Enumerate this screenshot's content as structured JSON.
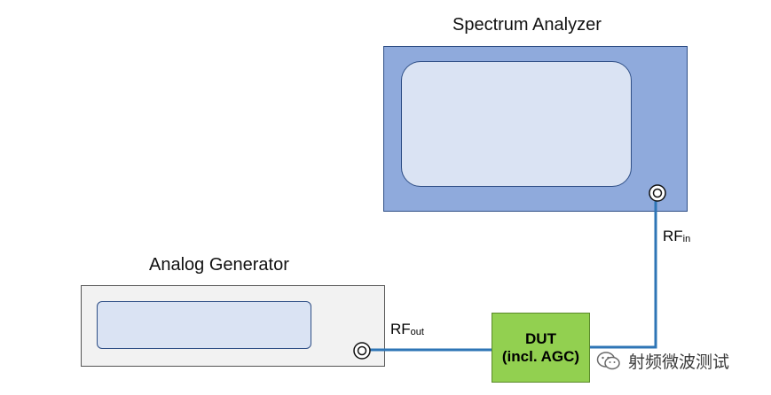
{
  "spectrum_analyzer": {
    "title": "Spectrum Analyzer"
  },
  "analog_generator": {
    "title": "Analog Generator"
  },
  "dut": {
    "line1": "DUT",
    "line2": "(incl. AGC)"
  },
  "labels": {
    "rf_in_main": "RF",
    "rf_in_sub": "in",
    "rf_out_main": "RF",
    "rf_out_sub": "out"
  },
  "watermark": {
    "text": "射频微波测试",
    "icon": "wechat-icon"
  },
  "colors": {
    "cable": "#2e75b6",
    "analyzer_body": "#8faadc",
    "screen": "#dae3f3",
    "generator_body": "#f2f2f2",
    "dut_fill": "#92d050"
  }
}
